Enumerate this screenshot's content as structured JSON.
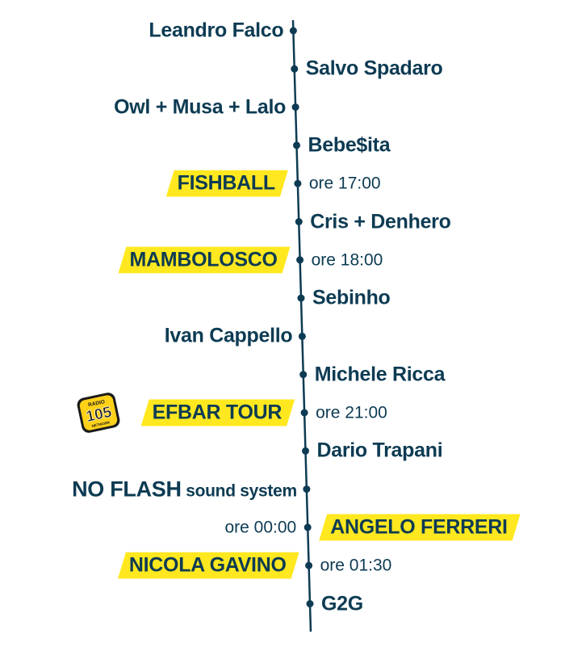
{
  "timeline_color": "#0d3b53",
  "highlight_color": "#ffe81f",
  "logo": {
    "icon": "radio-105-logo-icon",
    "top_text": "RADIO",
    "main_text": "105",
    "bottom_text": "NETWORK"
  },
  "entries": [
    {
      "text": "Leandro Falco",
      "side": "left",
      "type": "artist"
    },
    {
      "text": "Salvo Spadaro",
      "side": "right",
      "type": "artist"
    },
    {
      "text": "Owl + Musa + Lalo",
      "side": "left",
      "type": "artist"
    },
    {
      "text": "Bebe$ita",
      "side": "right",
      "type": "artist"
    },
    {
      "text": "FISHBALL",
      "side": "left",
      "type": "highlight",
      "time": "ore 17:00"
    },
    {
      "text": "Cris + Denhero",
      "side": "right",
      "type": "artist"
    },
    {
      "text": "MAMBOLOSCO",
      "side": "left",
      "type": "highlight",
      "time": "ore 18:00"
    },
    {
      "text": "Sebinho",
      "side": "right",
      "type": "artist"
    },
    {
      "text": "Ivan Cappello",
      "side": "left",
      "type": "artist"
    },
    {
      "text": "Michele Ricca",
      "side": "right",
      "type": "artist"
    },
    {
      "text": "EFBAR TOUR",
      "side": "left",
      "type": "highlight",
      "time": "ore 21:00",
      "logo": true
    },
    {
      "text": "Dario Trapani",
      "side": "right",
      "type": "artist"
    },
    {
      "text": "NO FLASH",
      "side": "left",
      "type": "artist",
      "suffix": "sound system"
    },
    {
      "text": "ANGELO FERRERI",
      "side": "right",
      "type": "highlight",
      "time": "ore 00:00"
    },
    {
      "text": "NICOLA GAVINO",
      "side": "left",
      "type": "highlight",
      "time": "ore 01:30"
    },
    {
      "text": "G2G",
      "side": "right",
      "type": "artist"
    }
  ]
}
